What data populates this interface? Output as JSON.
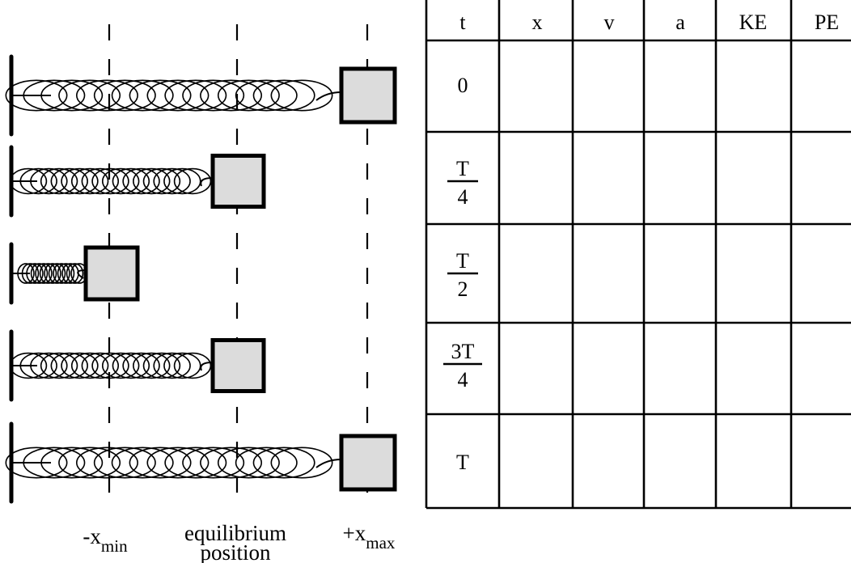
{
  "diagram": {
    "columns": [
      {
        "id": "xmin",
        "prefix": "-x",
        "sub": "min"
      },
      {
        "id": "eq",
        "line1": "equilibrium",
        "line2": "position"
      },
      {
        "id": "xmax",
        "prefix": "+x",
        "sub": "max"
      }
    ],
    "springs": [
      {
        "stretch": "max"
      },
      {
        "stretch": "equilibrium"
      },
      {
        "stretch": "min"
      },
      {
        "stretch": "equilibrium"
      },
      {
        "stretch": "max"
      }
    ],
    "block_color": "#dcdcdc"
  },
  "table": {
    "headers": [
      "t",
      "x",
      "v",
      "a",
      "KE",
      "PE"
    ],
    "rows": [
      {
        "type": "text",
        "text": "0"
      },
      {
        "type": "frac",
        "num": "T",
        "den": "4"
      },
      {
        "type": "frac",
        "num": "T",
        "den": "2"
      },
      {
        "type": "frac",
        "num": "3T",
        "den": "4"
      },
      {
        "type": "text",
        "text": "T"
      }
    ]
  }
}
